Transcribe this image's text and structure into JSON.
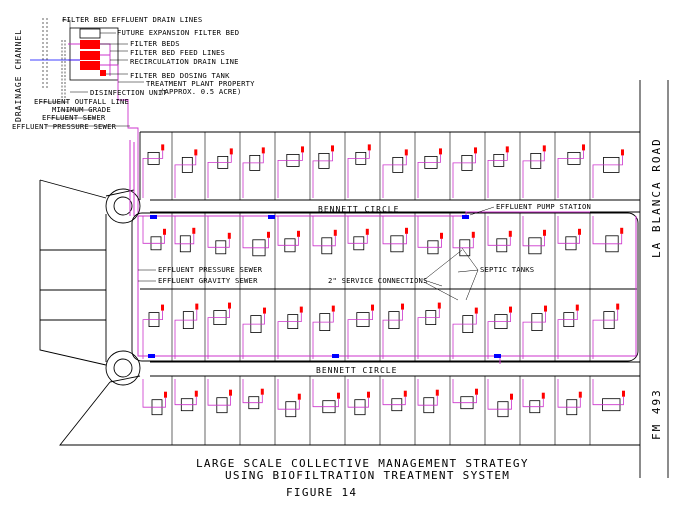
{
  "labels": {
    "filter_bed_effluent_drain_lines": "FILTER BED EFFLUENT DRAIN LINES",
    "future_expansion": "FUTURE EXPANSION FILTER BED",
    "filter_beds": "FILTER BEDS",
    "filter_bed_feed_lines": "FILTER BED FEED LINES",
    "recirculation_drain_line": "RECIRCULATION DRAIN LINE",
    "filter_bed_dosing_tank": "FILTER BED DOSING TANK",
    "treatment_plant_property": "TREATMENT PLANT PROPERTY",
    "treatment_plant_area": "(APPROX. 0.5 ACRE)",
    "disinfection_unit": "DISINFECTION UNIT",
    "effluent_outfall_line": "EFFLUENT OUTFALL LINE",
    "minimum_grade": "MINIMUM GRADE",
    "effluent_sewer": "EFFLUENT SEWER",
    "effluent_pressure_sewer_top": "EFFLUENT PRESSURE SEWER",
    "drainage_channel": "DRAINAGE CHANNEL",
    "bennett_circle_top": "BENNETT CIRCLE",
    "bennett_circle_bottom": "BENNETT CIRCLE",
    "effluent_pump_station": "EFFLUENT PUMP STATION",
    "effluent_pressure_sewer_mid": "EFFLUENT PRESSURE SEWER",
    "effluent_gravity_sewer": "EFFLUENT GRAVITY SEWER",
    "service_connections": "2\" SERVICE CONNECTIONS",
    "septic_tanks": "SEPTIC TANKS",
    "la_blanca_road": "LA BLANCA ROAD",
    "fm_493": "FM 493"
  },
  "caption": {
    "line1": "LARGE SCALE COLLECTIVE MANAGEMENT STRATEGY",
    "line2": "USING BIOFILTRATION TREATMENT SYSTEM",
    "figure": "FIGURE 14"
  },
  "colors": {
    "lines": "#000000",
    "pipes": "#cc33cc",
    "tanks": "#ff0000",
    "pumps": "#0000ff"
  }
}
